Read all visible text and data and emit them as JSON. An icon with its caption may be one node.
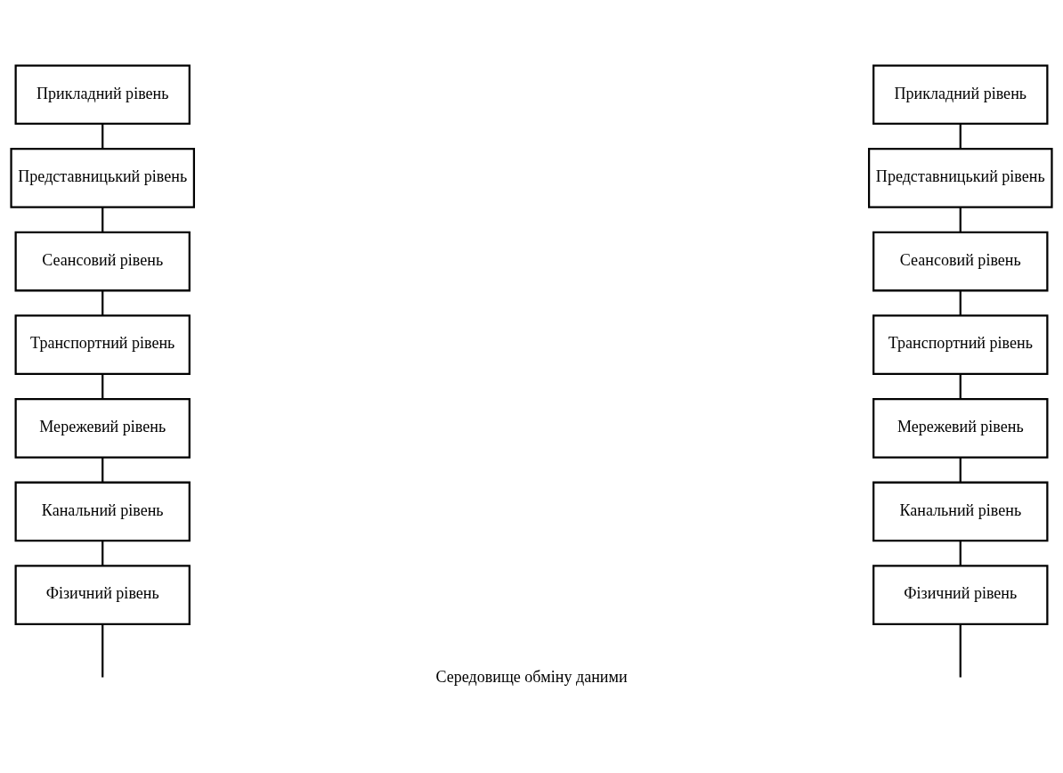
{
  "diagram": {
    "nodes": [
      {
        "text": [
          "Прикладний рівень"
        ]
      },
      {
        "text": [
          "Представницький рівень"
        ]
      },
      {
        "text": [
          "Сеансовий рівень"
        ]
      },
      {
        "text": [
          "Транспортний рівень"
        ]
      },
      {
        "text": [
          "Мережевий рівень"
        ]
      },
      {
        "text": [
          "Канальний рівень"
        ]
      },
      {
        "text": [
          "Фізичний рівень"
        ]
      },
      {
        "text": [
          "Прикладний рівень"
        ]
      },
      {
        "text": [
          "Представницький рівень"
        ]
      },
      {
        "text": [
          "Сеансовий рівень"
        ]
      },
      {
        "text": [
          "Транспортний рівень"
        ]
      },
      {
        "text": [
          "Мережевий рівень"
        ]
      },
      {
        "text": [
          "Канальний рівень"
        ]
      },
      {
        "text": [
          "Фізичний рівень"
        ]
      }
    ],
    "edges": [
      {
        "from": 0,
        "to": 1,
        "arrow": "none"
      },
      {
        "from": 1,
        "to": 2,
        "arrow": "none"
      },
      {
        "from": 2,
        "to": 3,
        "arrow": "none"
      },
      {
        "from": 3,
        "to": 4,
        "arrow": "none"
      },
      {
        "from": 4,
        "to": 5,
        "arrow": "none"
      },
      {
        "from": 5,
        "to": 6,
        "arrow": "none"
      },
      {
        "from": 6,
        "to": null,
        "arrow": "none"
      },
      {
        "from": 7,
        "to": 8,
        "arrow": "none"
      },
      {
        "from": 8,
        "to": 9,
        "arrow": "none"
      },
      {
        "from": 9,
        "to": 10,
        "arrow": "none"
      },
      {
        "from": 10,
        "to": 11,
        "arrow": "none"
      },
      {
        "from": 11,
        "to": 12,
        "arrow": "none"
      },
      {
        "from": 12,
        "to": 13,
        "arrow": "none"
      },
      {
        "from": 13,
        "to": null,
        "arrow": "none"
      }
    ],
    "labels": [
      "Середовище обміну даними"
    ]
  }
}
